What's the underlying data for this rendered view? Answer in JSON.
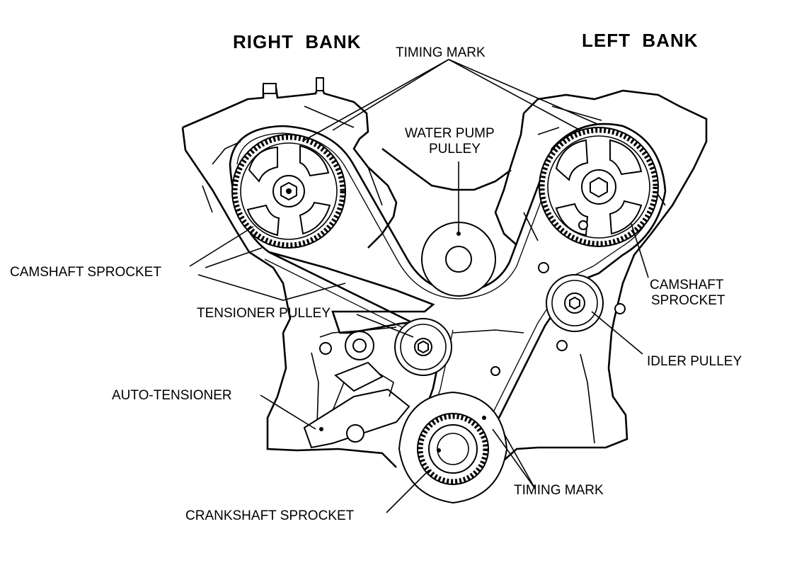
{
  "labels": {
    "right_bank": "RIGHT  BANK",
    "left_bank": "LEFT  BANK",
    "timing_mark_top": "TIMING MARK",
    "water_pump_line1": "WATER PUMP",
    "water_pump_line2": "PULLEY",
    "camshaft_sprocket_right": "CAMSHAFT SPROCKET",
    "camshaft_sprocket_left_line1": "CAMSHAFT",
    "camshaft_sprocket_left_line2": "SPROCKET",
    "tensioner_pulley": "TENSIONER PULLEY",
    "idler_pulley": "IDLER PULLEY",
    "auto_tensioner": "AUTO-TENSIONER",
    "timing_mark_bottom": "TIMING MARK",
    "crankshaft_sprocket": "CRANKSHAFT SPROCKET"
  }
}
